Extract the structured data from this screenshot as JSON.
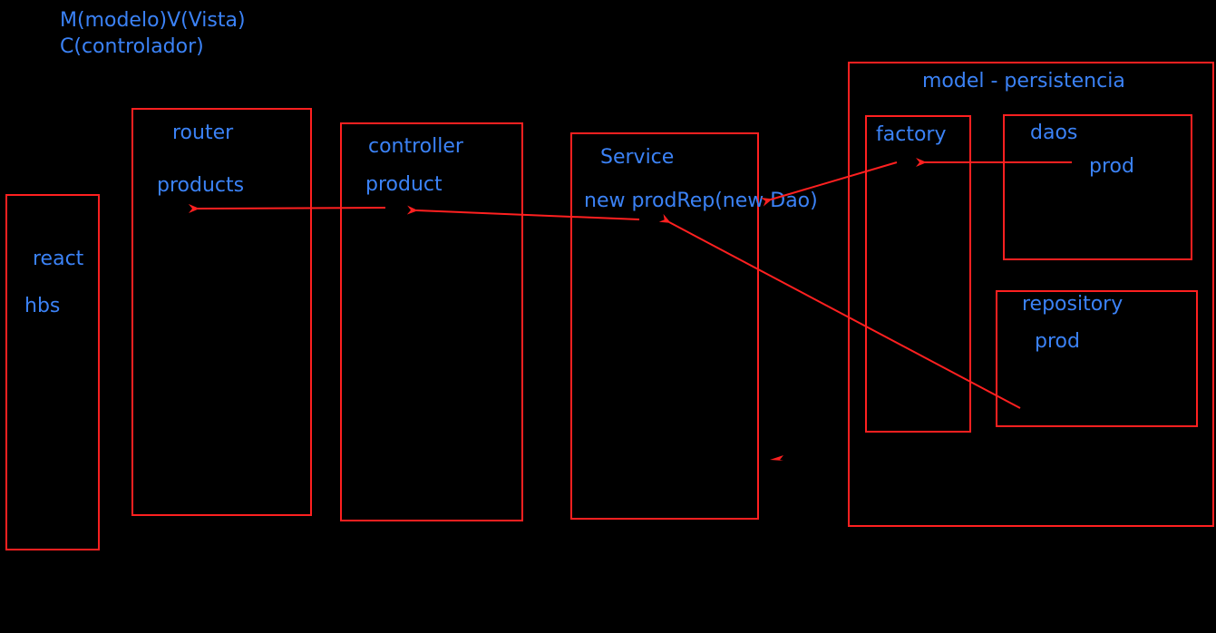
{
  "colors": {
    "background": "#000000",
    "text": "#3b82f6",
    "stroke": "#ff2020"
  },
  "heading": {
    "line1": "M(modelo)V(Vista)",
    "line2": "C(controlador)"
  },
  "boxes": {
    "view": {
      "label1": "react",
      "label2": "hbs"
    },
    "router": {
      "title": "router",
      "item": "products"
    },
    "controller": {
      "title": "controller",
      "item": "product"
    },
    "service": {
      "title": "Service",
      "item": "new prodRep(new Dao)"
    },
    "model": {
      "title": "model - persistencia"
    },
    "factory": {
      "title": "factory"
    },
    "daos": {
      "title": "daos",
      "item": "prod"
    },
    "repository": {
      "title": "repository",
      "item": "prod"
    }
  }
}
